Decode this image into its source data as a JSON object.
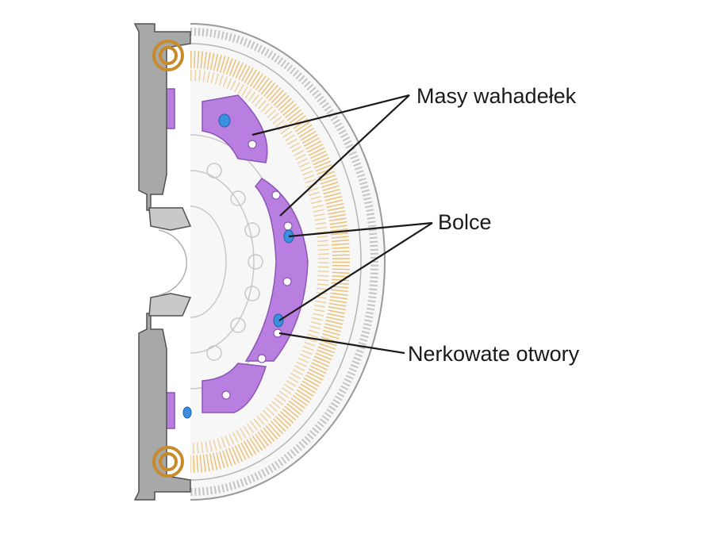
{
  "labels": {
    "masses": "Masy wahadełek",
    "pins": "Bolce",
    "kidney_holes": "Nerkowate otwory"
  },
  "colors": {
    "background": "#ffffff",
    "pendulum_mass": "#b97fe0",
    "pin": "#3a8fe0",
    "spring_orange": "#e8b860",
    "housing_gray": "#8c8c8c",
    "leader_line": "#1a1a1a"
  }
}
